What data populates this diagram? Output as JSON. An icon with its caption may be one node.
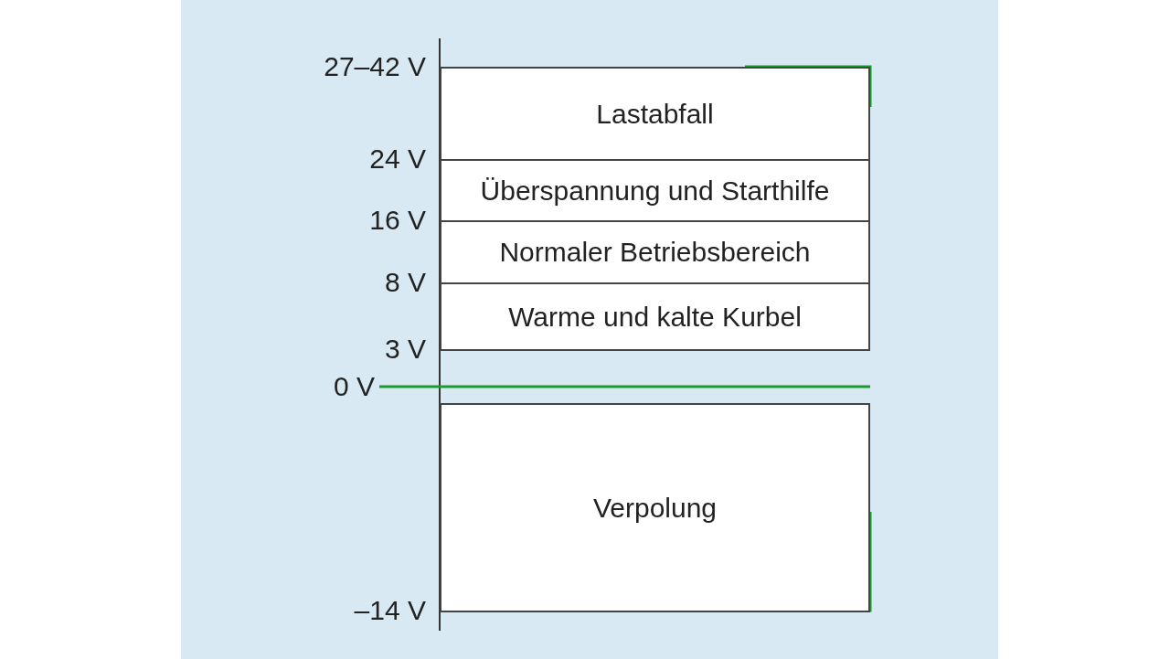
{
  "diagram": {
    "nodes": [
      {
        "text": [
          "Lastabfall"
        ]
      },
      {
        "text": [
          "Überspannung und Starthilfe"
        ]
      },
      {
        "text": [
          "Normaler Betriebsbereich"
        ]
      },
      {
        "text": [
          "Warme und kalte Kurbel"
        ]
      },
      {
        "text": [
          "Verpolung"
        ]
      }
    ],
    "edges": [],
    "labels": [
      "27–42 V",
      "24 V",
      "16 V",
      "8 V",
      "3 V",
      "0 V",
      "–14 V"
    ]
  }
}
